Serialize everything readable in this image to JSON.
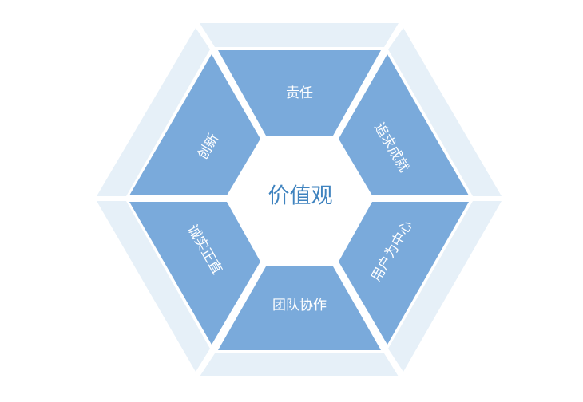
{
  "center": {
    "label": "价值观"
  },
  "segments": [
    {
      "id": "top",
      "label": "责任"
    },
    {
      "id": "top-right",
      "label": "追求成就"
    },
    {
      "id": "bottom-right",
      "label": "用户为中心"
    },
    {
      "id": "bottom",
      "label": "团队协作"
    },
    {
      "id": "bottom-left",
      "label": "诚实正直"
    },
    {
      "id": "top-left",
      "label": "创新"
    }
  ],
  "colors": {
    "segment_fill": "#7aaadb",
    "outer_band": "#e6f0f8",
    "center_fill": "#ffffff",
    "center_text": "#3f83bf",
    "segment_text": "#ffffff"
  }
}
